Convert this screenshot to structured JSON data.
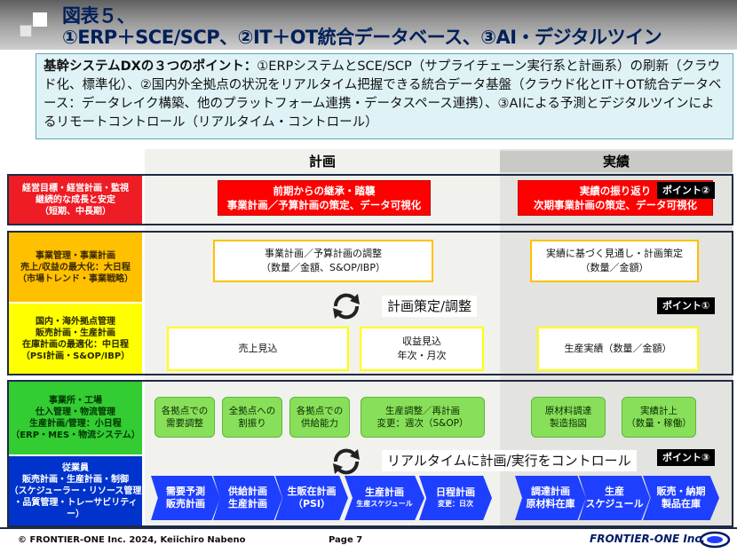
{
  "title": {
    "line1": "図表５、",
    "line2": "①ERP＋SCE/SCP、②IT＋OT統合データベース、③AI・デジタルツイン"
  },
  "summary": {
    "lead": "基幹システムDXの３つのポイント：",
    "body": "①ERPシステムとSCE/SCP（サプライチェーン実行系と計画系）の刷新（クラウド化、標準化）、②国内外全拠点の状況をリアルタイム把握できる統合データ基盤（クラウド化とIT＋OT統合データベース：データレイク構築、他のプラットフォーム連携・データスペース連携）、③AIによる予測とデジタルツインによるリモートコントロール（リアルタイム・コントロール）"
  },
  "columns": {
    "plan": "計画",
    "actual": "実績"
  },
  "labels": {
    "management": "経営目標・経営計画・監視\n継続的な成長と安定\n（短期、中長期）",
    "business": "事業管理・事業計画\n売上/収益の最大化：大日程\n（市場トレンド・事業戦略）",
    "domestic": "国内・海外拠点管理\n販売計画・生産計画\n在庫計画の最適化：中日程\n（PSI計画・S&OP/IBP）",
    "site": "事業所・工場\n仕入管理・物流管理\n生産計画/管理：小日程\n（ERP・MES・物流システム）",
    "employee": "従業員\n販売計画・生産計画・制御\n（スケジューラー・リソース管理\n・品質管理・トレーサビリティー）"
  },
  "red_boxes": {
    "plan": "前期からの継承・踏襲\n事業計画／予算計画の策定、データ可視化",
    "actual": "実績の振り返り\n次期事業計画の策定、データ可視化"
  },
  "points": {
    "p1": "ポイント①",
    "p2": "ポイント②",
    "p3": "ポイント③"
  },
  "plan_boxes": {
    "budget": "事業計画／予算計画の調整\n（数量／金額、S&OP/IBP）",
    "sales_forecast": "売上見込",
    "profit_forecast": "収益見込\n年次・月次"
  },
  "actual_boxes": {
    "review": "実績に基づく見通し・計画策定\n（数量／金額）",
    "production_actual": "生産実績（数量／金額）"
  },
  "cycles": {
    "planning": "計画策定/調整",
    "realtime": "リアルタイムに計画/実行をコントロール"
  },
  "green_boxes": [
    "各拠点での\n需要調整",
    "全拠点への\n割振り",
    "各拠点での\n供給能力",
    "生産調整／再計画\n変更：週次（S&OP）",
    "原材料調達\n製造指図",
    "実績計上\n（数量・稼働）"
  ],
  "chevrons": [
    {
      "main": "需要予測\n販売計画",
      "sub": ""
    },
    {
      "main": "供給計画\n生産計画",
      "sub": ""
    },
    {
      "main": "生販在計画\n（PSI）",
      "sub": ""
    },
    {
      "main": "生産計画",
      "sub": "生産スケジュール"
    },
    {
      "main": "日程計画",
      "sub": "変更：日次"
    },
    {
      "main": "調達計画\n原材料在庫",
      "sub": ""
    },
    {
      "main": "生産\nスケジュール",
      "sub": ""
    },
    {
      "main": "販売・納期\n製品在庫",
      "sub": ""
    }
  ],
  "footer": {
    "copyright": "© FRONTIER-ONE Inc. 2024,  Keiichiro  Nabeno",
    "page": "Page 7",
    "logo": "FRONTIER-ONE Inc."
  },
  "colors": {
    "red": "#ff0000",
    "orange": "#ffc000",
    "yellow": "#ffff00",
    "green": "#33cc33",
    "blue": "#0033cc",
    "title": "#00205a"
  }
}
